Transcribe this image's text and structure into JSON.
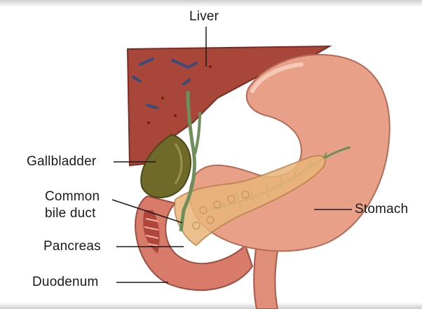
{
  "diagram": {
    "labels": {
      "liver": "Liver",
      "gallbladder": "Gallbladder",
      "common_bile_duct_line1": "Common",
      "common_bile_duct_line2": "bile duct",
      "pancreas": "Pancreas",
      "duodenum": "Duodenum",
      "stomach": "Stomach"
    },
    "colors": {
      "liver": "#a8463a",
      "stomach": "#e9a088",
      "gallbladder": "#6f6a2a",
      "duodenum": "#d97b6a",
      "pancreas": "#e9b67a",
      "vessels": "#6f8f5a"
    }
  }
}
